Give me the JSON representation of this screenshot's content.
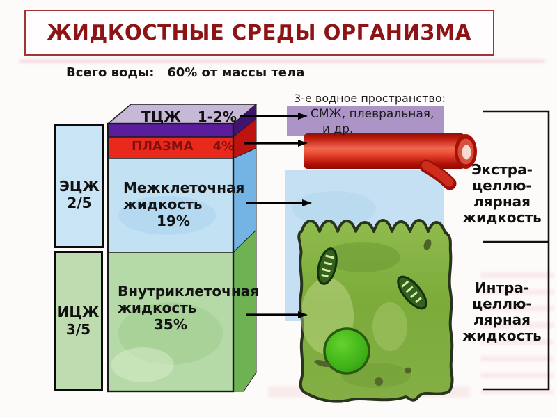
{
  "slide": {
    "title": "ЖИДКОСТНЫЕ СРЕДЫ ОРГАНИЗМА",
    "subtitle": "Всего воды:   60% от массы тела"
  },
  "bar": {
    "tczh": {
      "label": "ТЦЖ",
      "value": "1-2%"
    },
    "plasma": {
      "label": "ПЛАЗМА",
      "value": "4%"
    },
    "interstitial": {
      "lines": [
        "Межклеточная",
        "жидкость"
      ],
      "value": "19%"
    },
    "intracellular": {
      "lines": [
        "Внутриклеточная",
        "жидкость"
      ],
      "value": "35%"
    }
  },
  "fractions": {
    "ecf": {
      "abbr": "ЭЦЖ",
      "value": "2/5"
    },
    "icf": {
      "abbr": "ИЦЖ",
      "value": "3/5"
    }
  },
  "annotations": {
    "third_space": {
      "lines": [
        "3-е водное пространство:",
        "СМЖ, плевральная,",
        "и др."
      ]
    },
    "extracellular": {
      "lines": [
        "Экстра-",
        "целлю-",
        "лярная",
        "жидкость"
      ]
    },
    "intracellular": {
      "lines": [
        "Интра-",
        "целлю-",
        "лярная",
        "жидкость"
      ]
    }
  },
  "illustrations": {
    "vessel_icon": "blood-vessel-illustration",
    "cell_icon": "cell-illustration"
  },
  "colors": {
    "title_red": "#8c1414",
    "tczh_purple": "#5a1d9c",
    "plasma_red": "#e8291c",
    "interstitial_blue": "#c2e1f3",
    "intracellular_green": "#b5daa7",
    "third_space_band_purple": "#ac95c6",
    "interstitial_band_blue": "#c5e0f2",
    "ecf_box_blue": "#c9e5f5",
    "icf_box_green": "#bedcb0"
  }
}
